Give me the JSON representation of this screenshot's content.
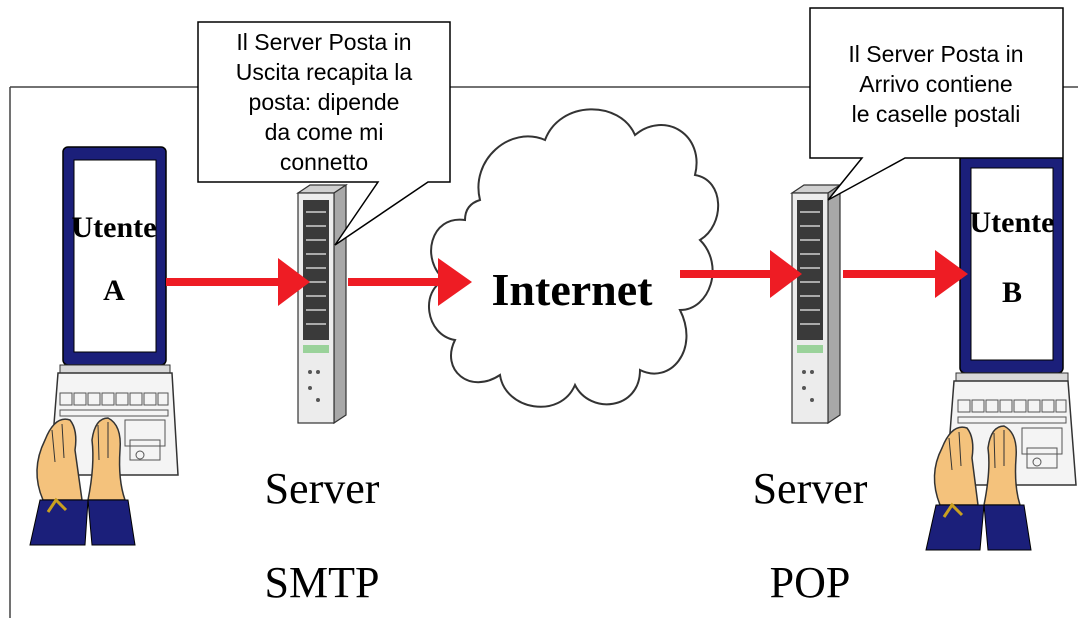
{
  "callouts": {
    "smtp": [
      "Il Server Posta in",
      "Uscita recapita la",
      "posta: dipende",
      "da come mi",
      "connetto"
    ],
    "pop": [
      "Il Server Posta in",
      "Arrivo contiene",
      "le caselle postali"
    ]
  },
  "users": {
    "a": {
      "line1": "Utente",
      "line2": "A"
    },
    "b": {
      "line1": "Utente",
      "line2": "B"
    }
  },
  "servers": {
    "smtp": {
      "line1": "Server",
      "line2": "SMTP"
    },
    "pop": {
      "line1": "Server",
      "line2": "POP"
    }
  },
  "cloud_label": "Internet",
  "colors": {
    "arrow": "#ee1c24",
    "screen_frame": "#1b1f7a",
    "cloud_stroke": "#333333",
    "skin": "#f4c27c"
  }
}
